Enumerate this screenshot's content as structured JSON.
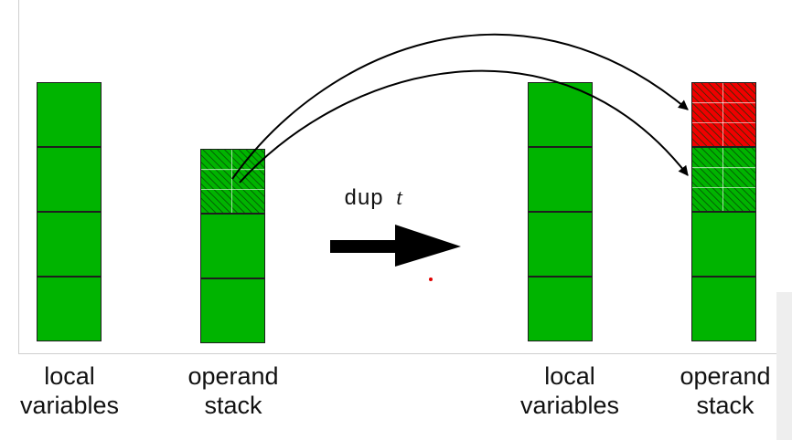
{
  "instruction": {
    "mnemonic": "dup",
    "type_param": "t"
  },
  "before": {
    "local_variables": {
      "label_line1": "local",
      "label_line2": "variables",
      "slots": 4
    },
    "operand_stack": {
      "label_line1": "operand",
      "label_line2": "stack",
      "slots": 3,
      "top_hatched": true
    }
  },
  "after": {
    "local_variables": {
      "label_line1": "local",
      "label_line2": "variables",
      "slots": 4
    },
    "operand_stack": {
      "label_line1": "operand",
      "label_line2": "stack",
      "slots": 4,
      "duplicated_slot_color": "#f00000",
      "hatched_slots": 2
    }
  },
  "colors": {
    "slot": "#00b400",
    "duplicated": "#f00000",
    "border": "#1e1e1e",
    "arrow": "#000000"
  }
}
